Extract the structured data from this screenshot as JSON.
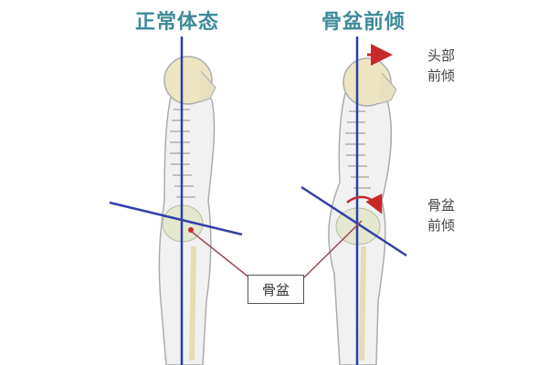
{
  "titles": {
    "normal": "正常体态",
    "tilt": "骨盆前倾"
  },
  "annotations": {
    "head": [
      "头部",
      "前倾"
    ],
    "pelvis": [
      "骨盆",
      "前倾"
    ],
    "center_label": "骨盆"
  },
  "colors": {
    "title": "#3d8a9a",
    "plumb_line": "#2a3ea8",
    "pelvis_line": "#3340a6",
    "arrow_red": "#c8282a",
    "pointer_line": "#9a4a55",
    "skin_outline": "#a8adb0",
    "bone": "#eee6c2"
  }
}
